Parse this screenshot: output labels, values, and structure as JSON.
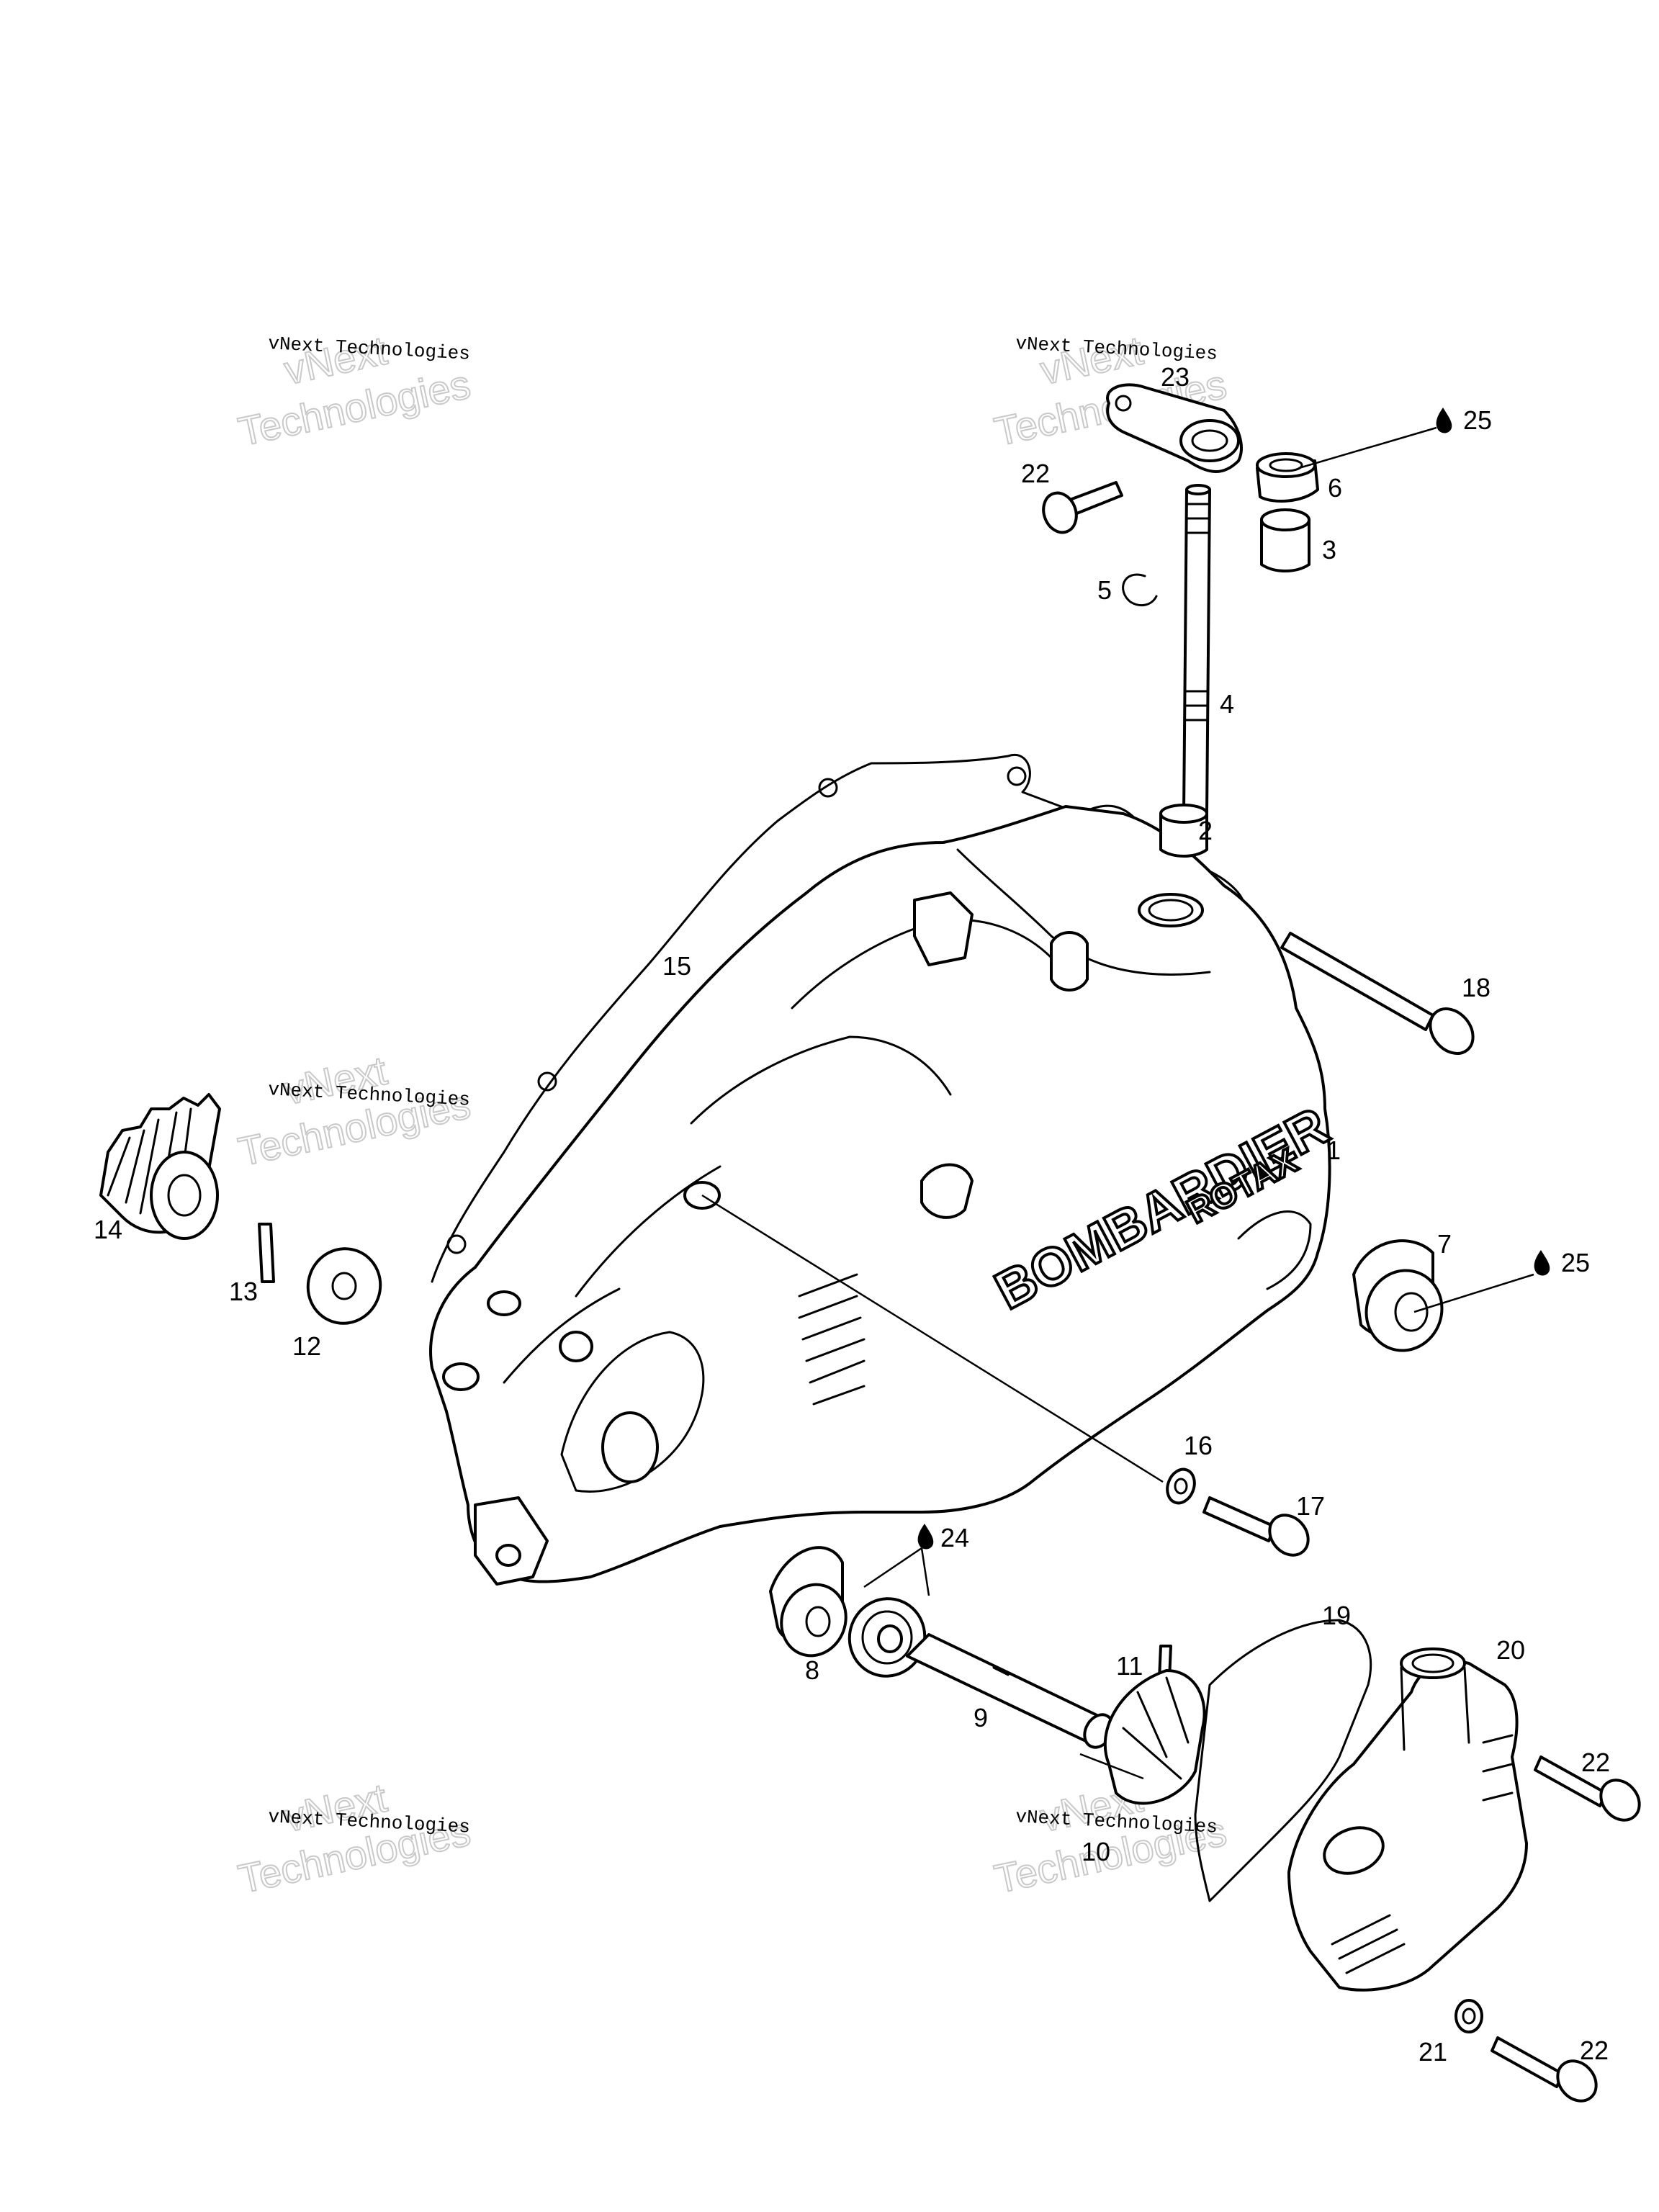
{
  "watermark": {
    "line1": "vNext",
    "line2": "Technologies",
    "small": "vNext Technologies"
  },
  "cover_text": {
    "brand": "BOMBARDIER",
    "sub": "ROTAX"
  },
  "lube_symbol": "💧",
  "callouts": [
    {
      "id": "1",
      "text": "1"
    },
    {
      "id": "2",
      "text": "2"
    },
    {
      "id": "3",
      "text": "3"
    },
    {
      "id": "4",
      "text": "4"
    },
    {
      "id": "5",
      "text": "5"
    },
    {
      "id": "6",
      "text": "6"
    },
    {
      "id": "7",
      "text": "7"
    },
    {
      "id": "8",
      "text": "8"
    },
    {
      "id": "9",
      "text": "9"
    },
    {
      "id": "10",
      "text": "10"
    },
    {
      "id": "11",
      "text": "11"
    },
    {
      "id": "12",
      "text": "12"
    },
    {
      "id": "13",
      "text": "13"
    },
    {
      "id": "14",
      "text": "14"
    },
    {
      "id": "15",
      "text": "15"
    },
    {
      "id": "16",
      "text": "16"
    },
    {
      "id": "17",
      "text": "17"
    },
    {
      "id": "18",
      "text": "18"
    },
    {
      "id": "19",
      "text": "19"
    },
    {
      "id": "20",
      "text": "20"
    },
    {
      "id": "21",
      "text": "21"
    },
    {
      "id": "22a",
      "text": "22"
    },
    {
      "id": "22b",
      "text": "22"
    },
    {
      "id": "22c",
      "text": "22"
    },
    {
      "id": "23",
      "text": "23"
    },
    {
      "id": "24",
      "text": "24"
    },
    {
      "id": "25a",
      "text": "25"
    },
    {
      "id": "25b",
      "text": "25"
    }
  ]
}
